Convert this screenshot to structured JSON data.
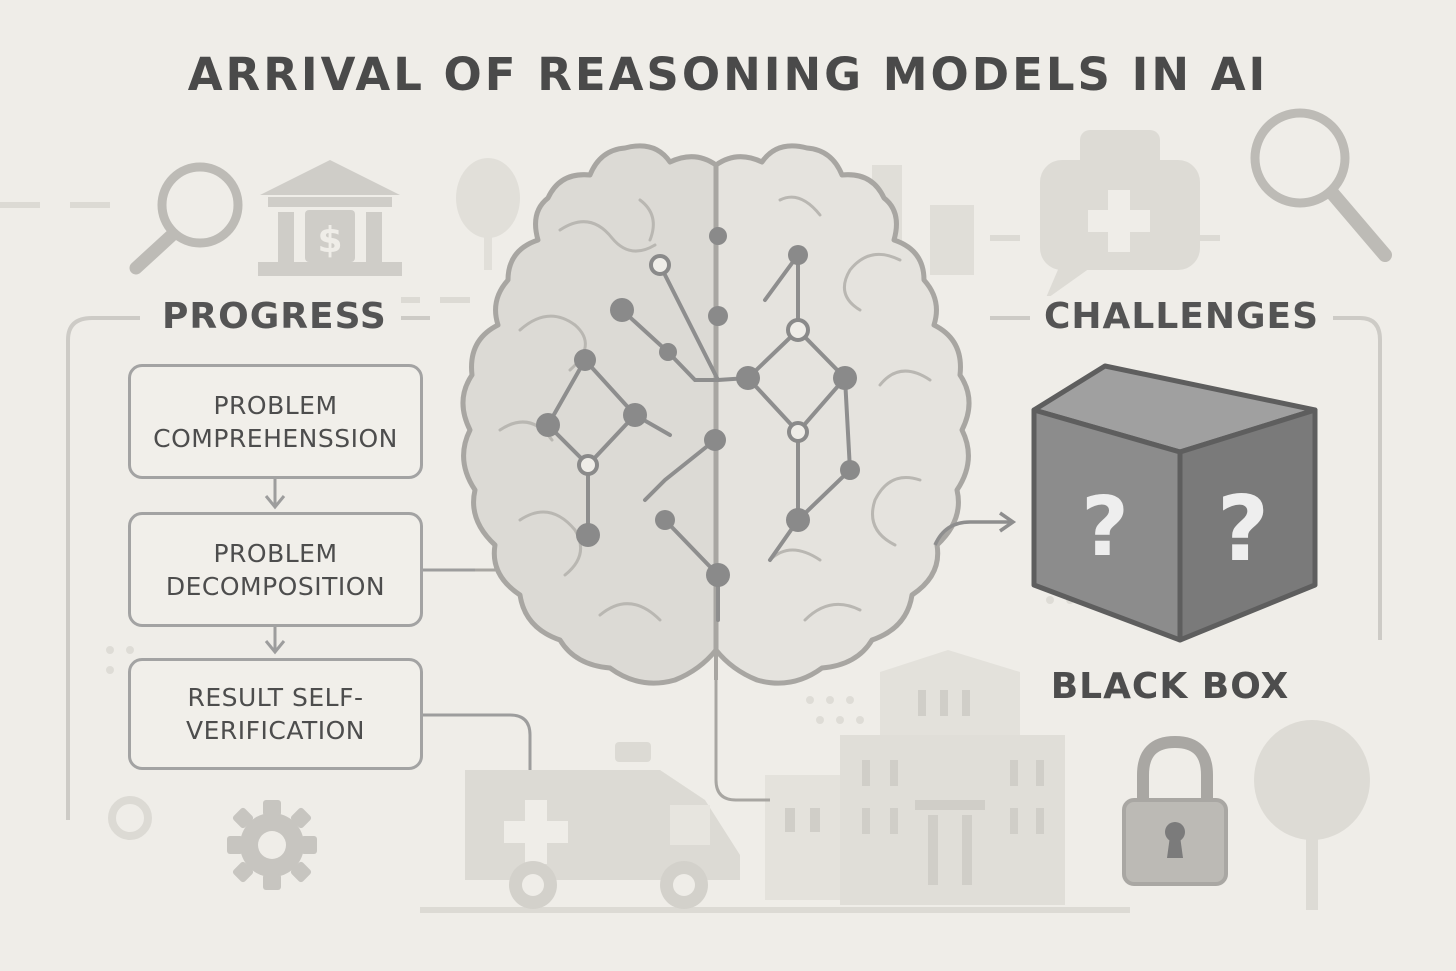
{
  "title": "ARRIVAL OF REASONING MODELS IN AI",
  "progress": {
    "label": "PROGRESS",
    "steps": [
      {
        "text": "PROBLEM\nCOMPREHENSSION"
      },
      {
        "text": "PROBLEM\nDECOMPOSITION"
      },
      {
        "text": "RESULT SELF-\nVERIFICATION"
      }
    ]
  },
  "challenges": {
    "label": "CHALLENGES",
    "box_label": "BLACK BOX",
    "box_symbol": "?"
  },
  "colors": {
    "background": "#efede8",
    "line": "#a3a3a3",
    "text": "#4a4a4a",
    "cube_front": "#8c8c8c",
    "cube_side": "#7a7a7a",
    "cube_top": "#a0a0a0"
  },
  "icons": [
    "magnifier-icon",
    "bank-icon",
    "brain-icon",
    "cube-icon",
    "padlock-icon",
    "gear-icon",
    "ambulance-icon",
    "hospital-icon",
    "medical-chat-icon",
    "tree-icon"
  ]
}
